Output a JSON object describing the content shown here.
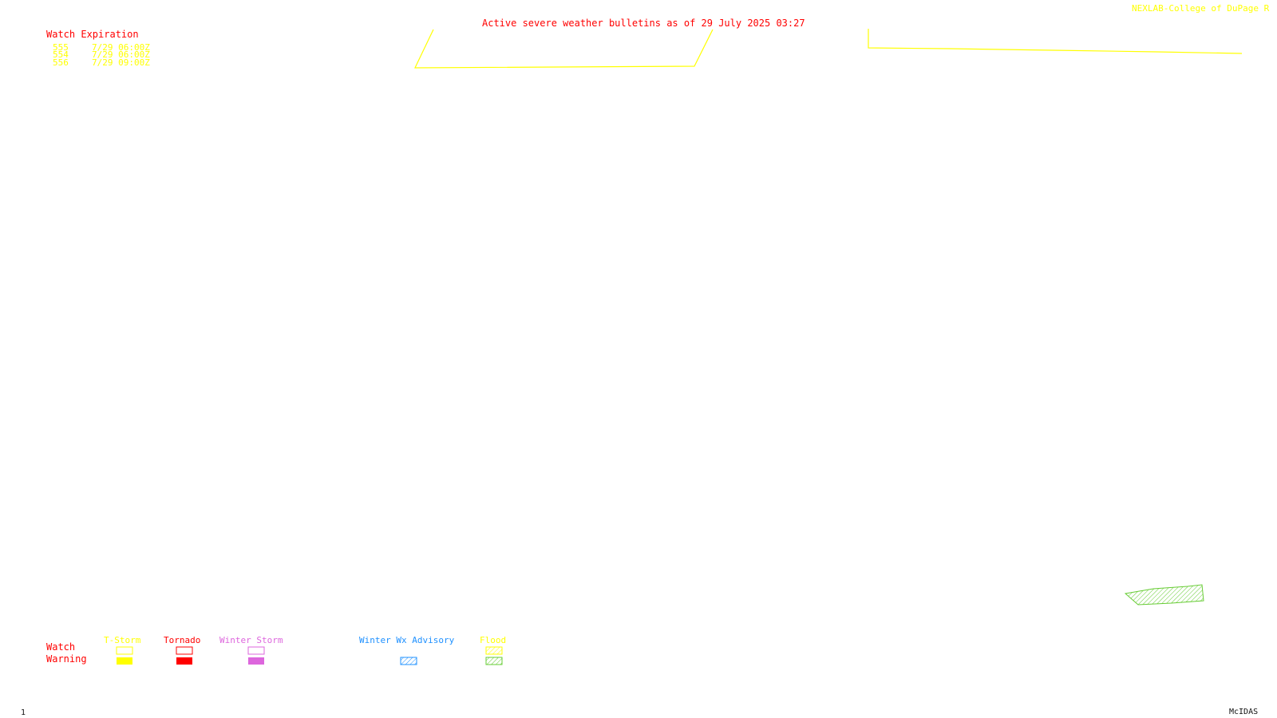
{
  "header": {
    "title": "Active severe weather bulletins as of 29 July 2025 03:27",
    "credit": "NEXLAB-College of DuPage R"
  },
  "watch_expiration": {
    "title": "Watch Expiration",
    "rows": [
      {
        "number": "555",
        "expires": "7/29 06:00Z"
      },
      {
        "number": "554",
        "expires": "7/29 06:00Z"
      },
      {
        "number": "556",
        "expires": "7/29 09:00Z"
      }
    ]
  },
  "legend": {
    "row_labels": {
      "watch": "Watch",
      "warning": "Warning"
    },
    "categories": [
      {
        "label": "T-Storm",
        "color": "#ffff00"
      },
      {
        "label": "Tornado",
        "color": "#ff0000"
      },
      {
        "label": "Winter Storm",
        "color": "#dd66dd"
      },
      {
        "label": "Winter Wx Advisory",
        "color": "#1e90ff"
      },
      {
        "label": "Flood",
        "color": "#ffff00"
      }
    ]
  },
  "footer": {
    "frame_number": "1",
    "software": "McIDAS"
  },
  "colors": {
    "watch_outline": "#ffff00",
    "flood_warning_hatch": "#66cc33",
    "title_text": "#ff0000"
  }
}
